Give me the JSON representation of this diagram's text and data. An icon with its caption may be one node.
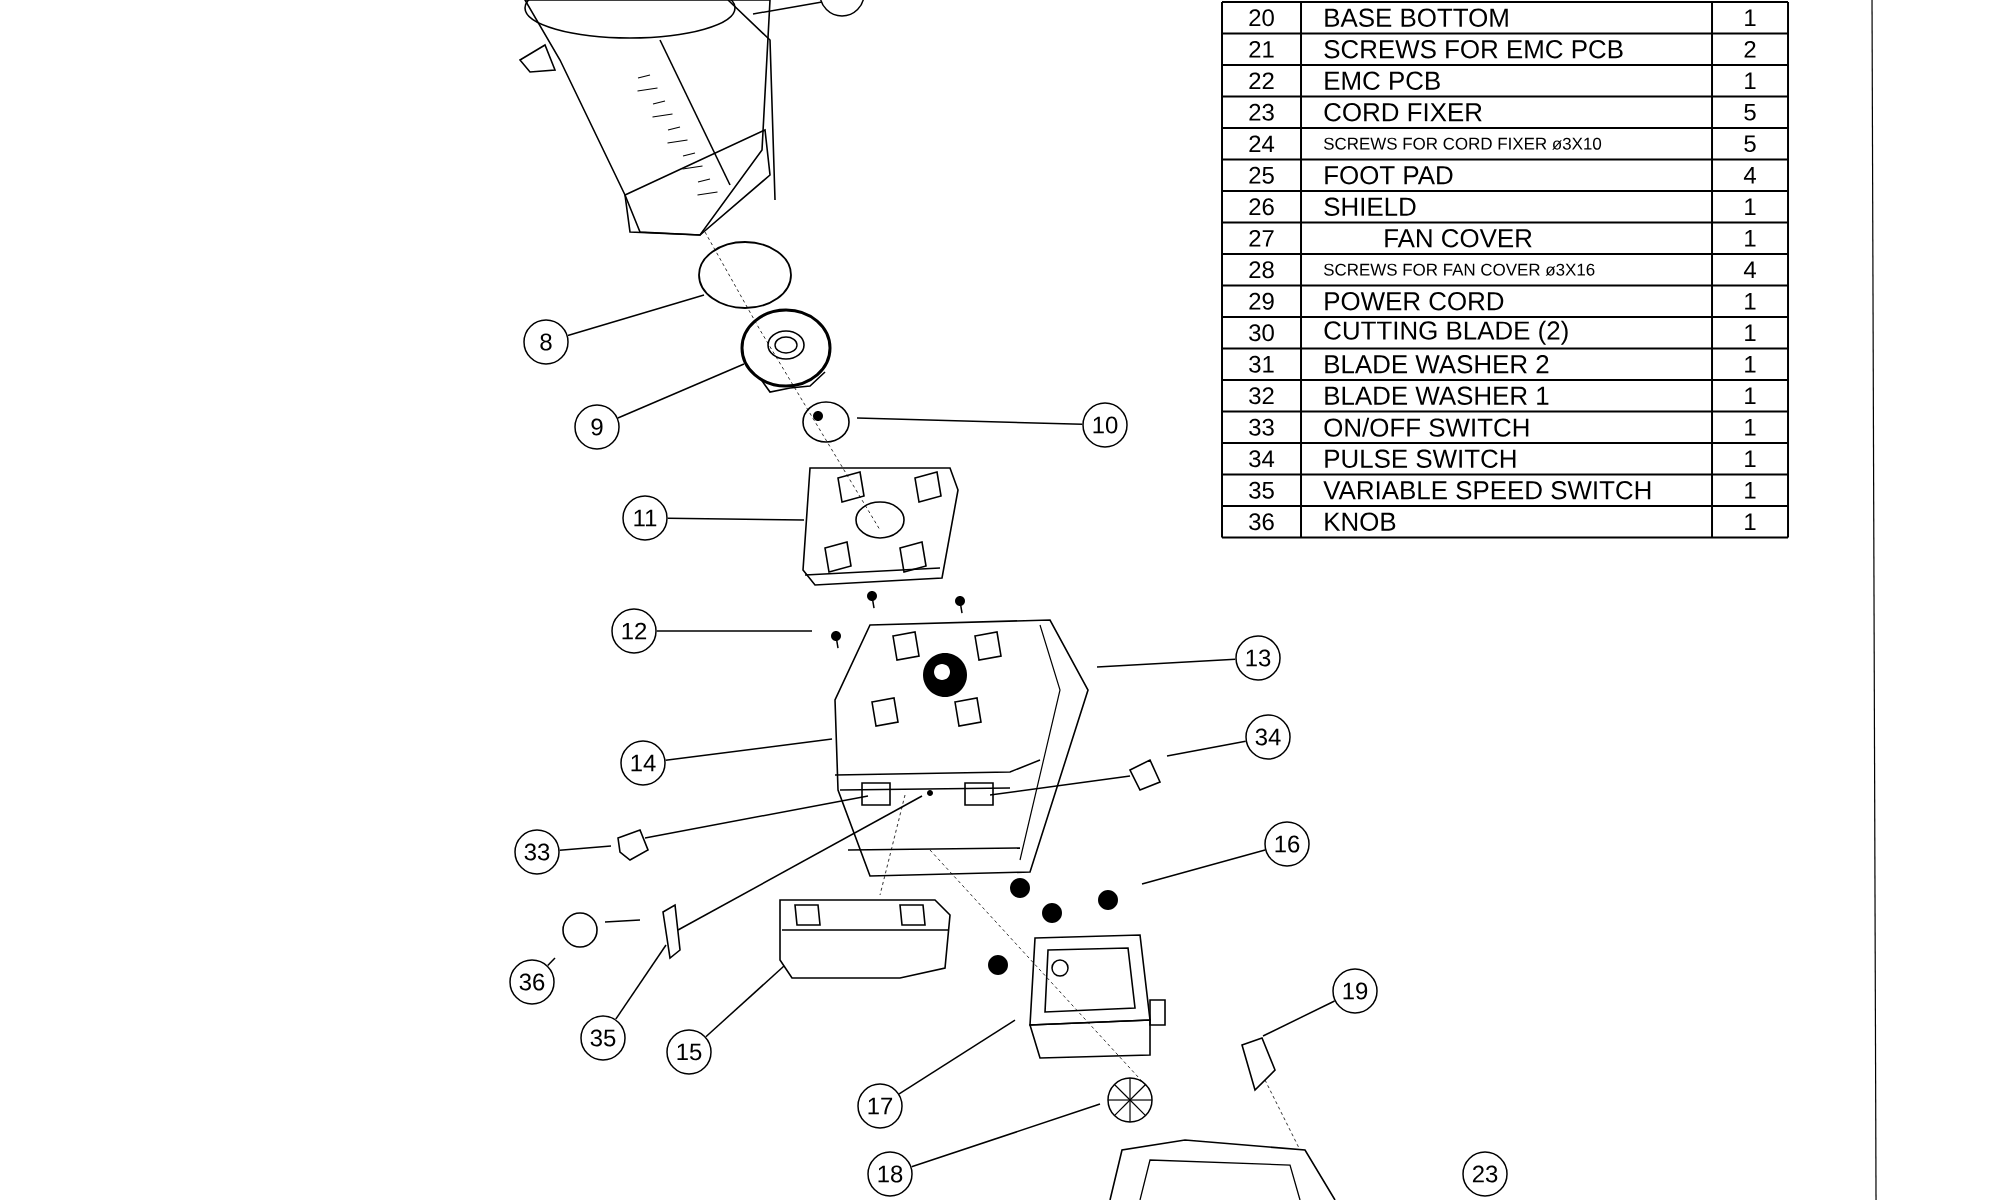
{
  "diagram": {
    "nodes": [
      {
        "text": [
          "8"
        ]
      },
      {
        "text": [
          "10"
        ]
      },
      {
        "text": [
          "9"
        ]
      },
      {
        "text": [
          "11"
        ]
      },
      {
        "text": [
          "12"
        ]
      },
      {
        "text": [
          "13"
        ]
      },
      {
        "text": [
          "14"
        ]
      },
      {
        "text": [
          "34"
        ]
      },
      {
        "text": [
          "33"
        ]
      },
      {
        "text": [
          "16"
        ]
      },
      {
        "text": [
          "36"
        ]
      },
      {
        "text": [
          "19"
        ]
      },
      {
        "text": [
          "35"
        ]
      },
      {
        "text": [
          "15"
        ]
      },
      {
        "text": [
          "17"
        ]
      },
      {
        "text": [
          "23"
        ]
      },
      {
        "text": [
          "18"
        ]
      }
    ],
    "edges": [
      {
        "from": 0,
        "to": null,
        "arrow": "none"
      },
      {
        "from": 1,
        "to": null,
        "arrow": "none"
      },
      {
        "from": 2,
        "to": null,
        "arrow": "none"
      },
      {
        "from": 3,
        "to": null,
        "arrow": "none"
      },
      {
        "from": 4,
        "to": null,
        "arrow": "none"
      },
      {
        "from": 5,
        "to": null,
        "arrow": "none"
      },
      {
        "from": 6,
        "to": null,
        "arrow": "none"
      },
      {
        "from": 7,
        "to": null,
        "arrow": "none"
      },
      {
        "from": 8,
        "to": null,
        "arrow": "none"
      },
      {
        "from": 9,
        "to": null,
        "arrow": "none"
      },
      {
        "from": 10,
        "to": null,
        "arrow": "none"
      },
      {
        "from": 11,
        "to": null,
        "arrow": "none"
      },
      {
        "from": 12,
        "to": null,
        "arrow": "none"
      },
      {
        "from": 13,
        "to": null,
        "arrow": "none"
      },
      {
        "from": 14,
        "to": null,
        "arrow": "none"
      },
      {
        "from": 16,
        "to": null,
        "arrow": "none"
      }
    ],
    "labels": [
      "20",
      "BASE BOTTOM",
      "1",
      "21",
      "SCREWS FOR EMC PCB",
      "2",
      "22",
      "EMC PCB",
      "1",
      "23",
      "CORD FIXER",
      "5",
      "24",
      "SCREWS FOR CORD FIXER ø3X10",
      "5",
      "25",
      "FOOT PAD",
      "4",
      "26",
      "SHIELD",
      "1",
      "27",
      "FAN COVER",
      "1",
      "28",
      "SCREWS FOR FAN COVER ø3X16",
      "4",
      "29",
      "POWER CORD",
      "1",
      "30",
      "CUTTING BLADE (2)",
      "1",
      "31",
      "BLADE WASHER 2",
      "1",
      "32",
      "BLADE WASHER 1",
      "1",
      "33",
      "ON/OFF SWITCH",
      "1",
      "34",
      "PULSE SWITCH",
      "1",
      "35",
      "VARIABLE SPEED SWITCH",
      "1",
      "36",
      "KNOB",
      "1"
    ]
  }
}
